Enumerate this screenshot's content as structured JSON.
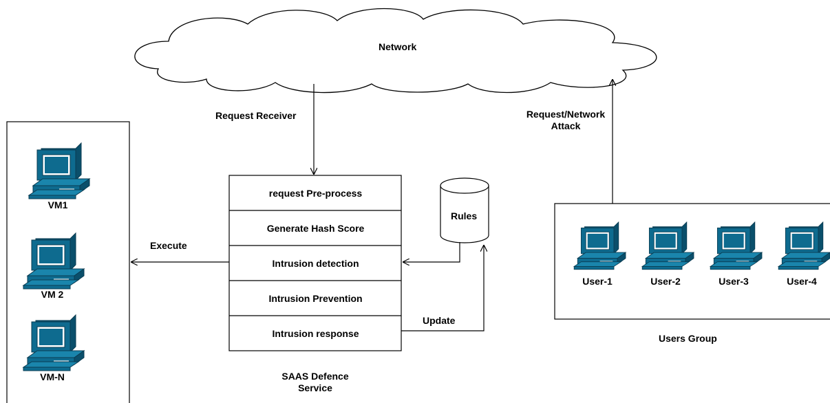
{
  "network": {
    "label": "Network"
  },
  "edges": {
    "request_receiver": "Request Receiver",
    "request_attack": "Request/Network\nAttack",
    "execute": "Execute",
    "update": "Update"
  },
  "service": {
    "layers": [
      "request Pre-process",
      "Generate Hash Score",
      "Intrusion detection",
      "Intrusion Prevention",
      "Intrusion response"
    ],
    "caption": "SAAS Defence\nService"
  },
  "rules": {
    "label": "Rules"
  },
  "vms": [
    "VM1",
    "VM 2",
    "VM-N"
  ],
  "users": {
    "members": [
      "User-1",
      "User-2",
      "User-3",
      "User-4"
    ],
    "caption": "Users Group"
  },
  "colors": {
    "computer_fill": "#0e6b8f",
    "computer_dark": "#0a4f6b",
    "line": "#000000"
  }
}
